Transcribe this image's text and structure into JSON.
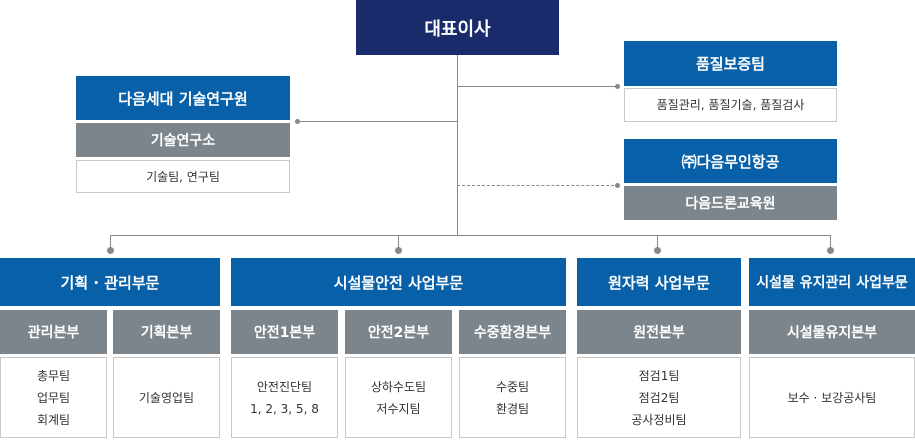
{
  "ceo": "대표이사",
  "quality": {
    "title": "품질보증팀",
    "items": "품질관리, 품질기술, 품질검사"
  },
  "rnd": {
    "title": "다음세대 기술연구원",
    "sub": "기술연구소",
    "items": "기술팀, 연구팀"
  },
  "airline": {
    "title": "㈜다음무인항공",
    "sub": "다음드론교육원"
  },
  "divisions": [
    {
      "title": "기획 · 관리부문",
      "units": [
        {
          "name": "관리본부",
          "teams": [
            "총무팀",
            "업무팀",
            "회계팀"
          ]
        },
        {
          "name": "기획본부",
          "teams": [
            "기술영업팀"
          ]
        }
      ]
    },
    {
      "title": "시설물안전 사업부문",
      "units": [
        {
          "name": "안전1본부",
          "teams": [
            "안전진단팀",
            "1, 2, 3, 5, 8"
          ]
        },
        {
          "name": "안전2본부",
          "teams": [
            "상하수도팀",
            "저수지팀"
          ]
        },
        {
          "name": "수중환경본부",
          "teams": [
            "수중팀",
            "환경팀"
          ]
        }
      ]
    },
    {
      "title": "원자력 사업부문",
      "units": [
        {
          "name": "원전본부",
          "teams": [
            "점검1팀",
            "점검2팀",
            "공사정비팀"
          ]
        }
      ]
    },
    {
      "title": "시설물 유지관리 사업부문",
      "units": [
        {
          "name": "시설물유지본부",
          "teams": [
            "보수 · 보강공사팀"
          ]
        }
      ]
    }
  ],
  "colors": {
    "ceo": "#1a2b6b",
    "header": "#0760a8",
    "unit": "#7d858c",
    "line": "#888888"
  }
}
